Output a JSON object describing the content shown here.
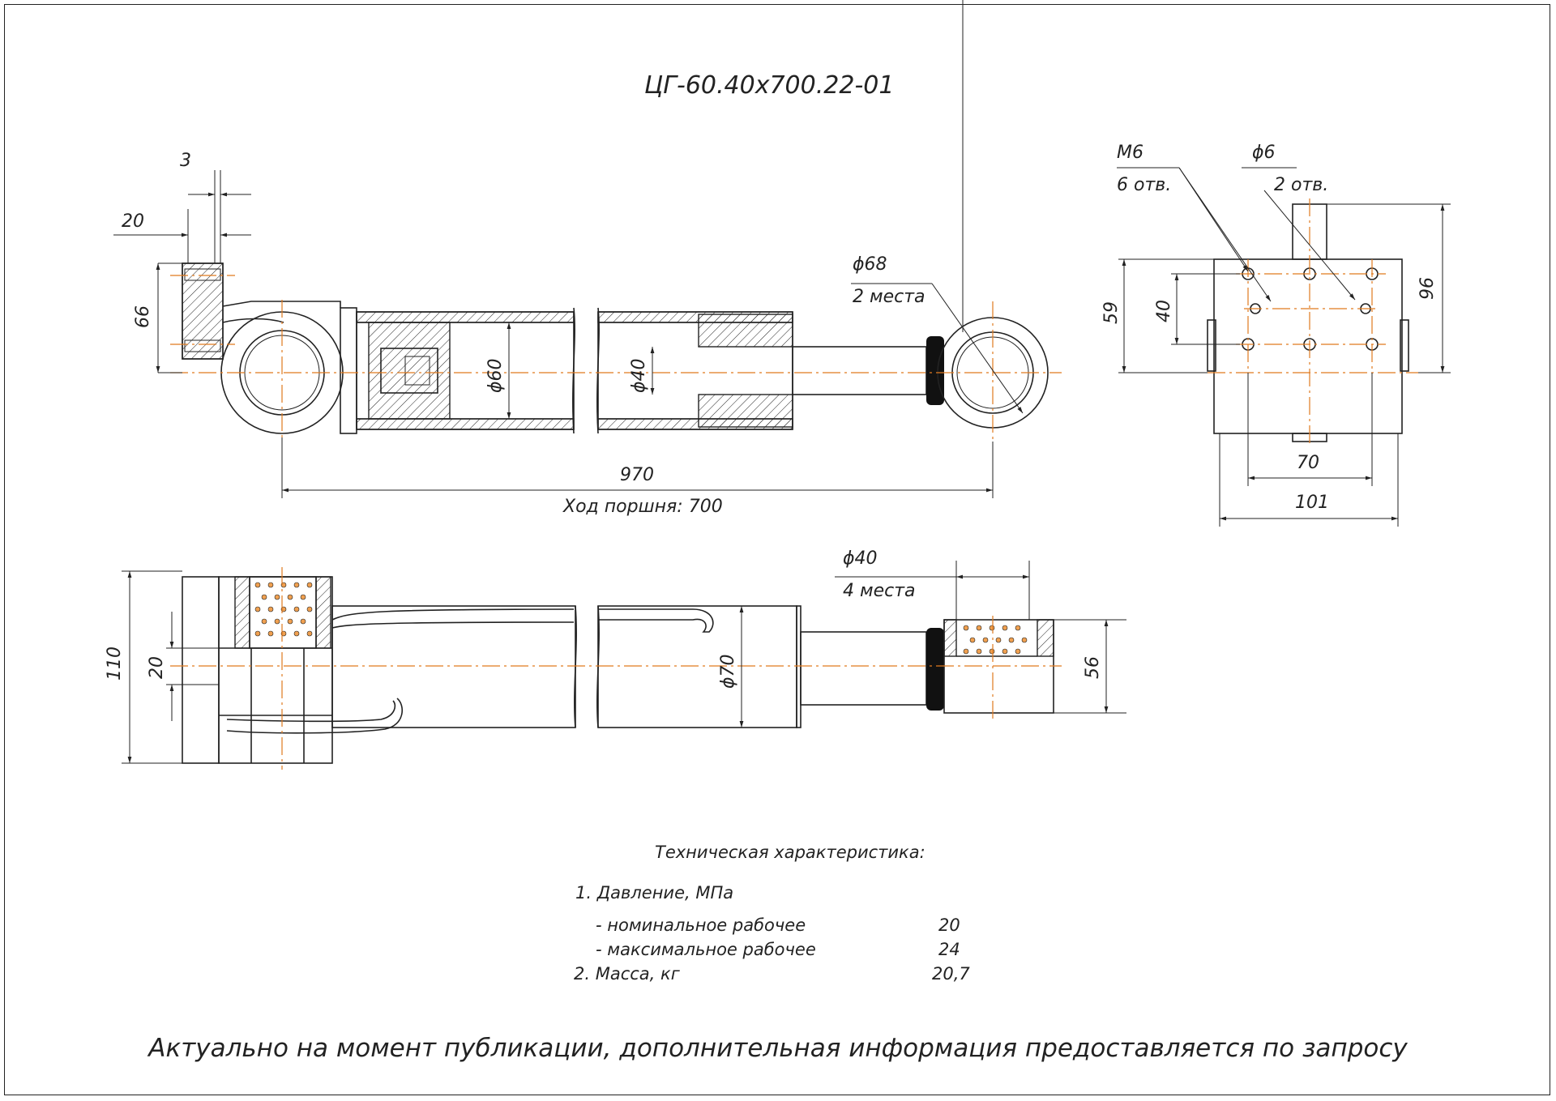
{
  "title": "ЦГ-60.40х700.22-01",
  "dims": {
    "d3": "3",
    "d20_top": "20",
    "d66": "66",
    "d68": "ϕ68",
    "d68_note": "2 места",
    "d60": "ϕ60",
    "d40_rod": "ϕ40",
    "d970": "970",
    "stroke": "Ход поршня: 700",
    "m6": "М6",
    "m6_note": "6 отв.",
    "d6": "ϕ6",
    "d6_note": "2 отв.",
    "d59": "59",
    "d40_side": "40",
    "d96": "96",
    "d70_side": "70",
    "d101": "101",
    "d110": "110",
    "d20_bottom": "20",
    "d40_bottom": "ϕ40",
    "d40_bottom_note": "4 места",
    "d70_bottom": "ϕ70",
    "d56": "56"
  },
  "specs": {
    "heading": "Техническая характеристика:",
    "item1": "1. Давление, МПа",
    "nominal_label": "- номинальное рабочее",
    "nominal_value": "20",
    "max_label": "- максимальное рабочее",
    "max_value": "24",
    "item2": "2. Масса, кг",
    "mass_value": "20,7"
  },
  "footer": "Актуально на момент публикации, дополнительная информация предоставляется по запросу"
}
